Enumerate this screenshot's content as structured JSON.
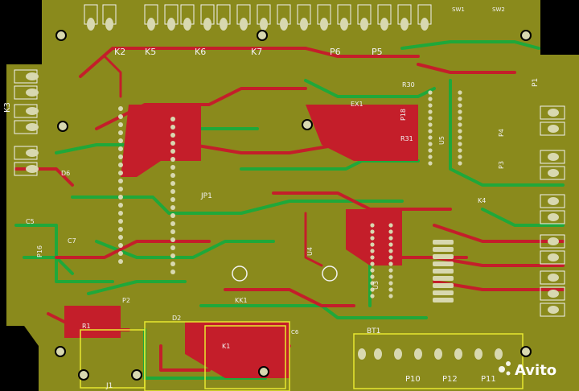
{
  "board": {
    "colors": {
      "background": "#000000",
      "substrate": "#8a8a1c",
      "front_copper": "#c41e2a",
      "back_copper": "#1fa83a",
      "silkscreen": "#f2f2f2",
      "pad": "#d8d8b0",
      "edge_cut": "#e8e830"
    }
  },
  "labels": {
    "k2": "K2",
    "k5": "K5",
    "k6": "K6",
    "k7": "K7",
    "p6": "P6",
    "p5": "P5",
    "sw1": "SW1",
    "sw2": "SW2",
    "k3": "K3",
    "p1": "P1",
    "p18": "P18",
    "r31": "R31",
    "r30": "R30",
    "ex1": "EX1",
    "u5": "U5",
    "d6": "D6",
    "jp1": "JP1",
    "c5": "C5",
    "c7": "C7",
    "p16": "P16",
    "u4": "U4",
    "u3": "U3",
    "kk1": "KK1",
    "k4": "K4",
    "p2": "P2",
    "r1": "R1",
    "d2": "D2",
    "j1": "J1",
    "k1": "K1",
    "c6": "C6",
    "bt1": "BT1",
    "p10": "P10",
    "p12": "P12",
    "p11": "P11",
    "p3": "P3",
    "p4": "P4"
  },
  "watermark": "Avito"
}
